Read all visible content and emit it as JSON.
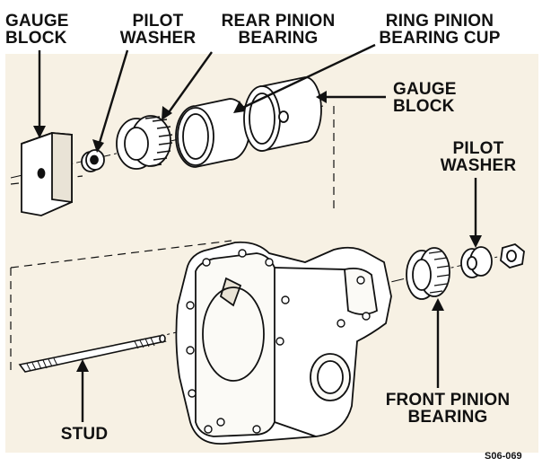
{
  "labels": {
    "gauge_block_top": [
      "GAUGE",
      "BLOCK"
    ],
    "pilot_washer_top": [
      "PILOT",
      "WASHER"
    ],
    "rear_pinion_bearing": [
      "REAR PINION",
      "BEARING"
    ],
    "ring_pinion_bearing_cup": [
      "RING PINION",
      "BEARING CUP"
    ],
    "gauge_block_right": [
      "GAUGE",
      "BLOCK"
    ],
    "pilot_washer_right": [
      "PILOT",
      "WASHER"
    ],
    "front_pinion_bearing": [
      "FRONT PINION",
      "BEARING"
    ],
    "stud": "STUD"
  },
  "figure_code": "S06-069",
  "colors": {
    "line": "#111111",
    "panel": "#f7f1e4",
    "background": "#ffffff"
  }
}
